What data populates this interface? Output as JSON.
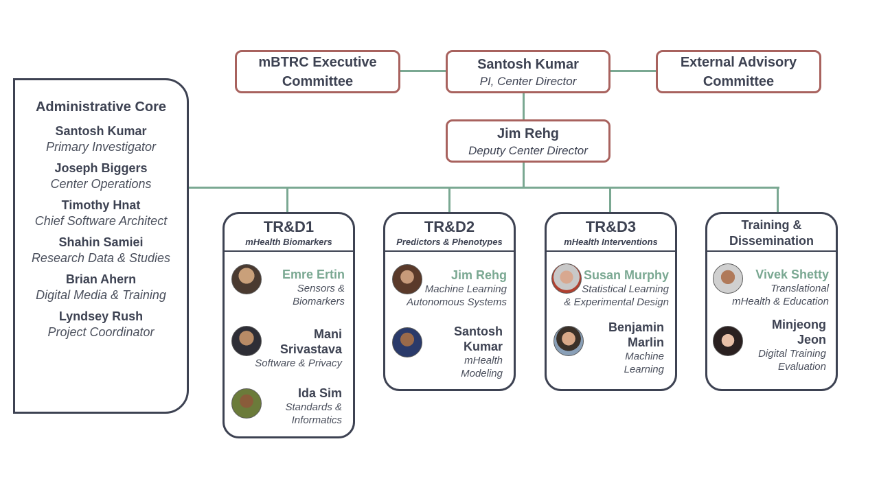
{
  "top": {
    "executive": {
      "title_line1": "mBTRC Executive",
      "title_line2": "Committee"
    },
    "director": {
      "name": "Santosh Kumar",
      "role": "PI, Center Director"
    },
    "advisory": {
      "title_line1": "External Advisory",
      "title_line2": "Committee"
    },
    "deputy": {
      "name": "Jim Rehg",
      "role": "Deputy Center Director"
    }
  },
  "admin": {
    "title": "Administrative  Core",
    "people": [
      {
        "name": "Santosh Kumar",
        "role": "Primary Investigator"
      },
      {
        "name": "Joseph Biggers",
        "role": "Center Operations"
      },
      {
        "name": "Timothy Hnat",
        "role": "Chief Software Architect"
      },
      {
        "name": "Shahin Samiei",
        "role": "Research Data & Studies"
      },
      {
        "name": "Brian Ahern",
        "role": "Digital Media &  Training"
      },
      {
        "name": "Lyndsey Rush",
        "role": "Project Coordinator"
      }
    ]
  },
  "cards": [
    {
      "title": "TR&D1",
      "subtitle": "mHealth Biomarkers",
      "members": [
        {
          "name_l1": "Emre Ertin",
          "name_l2": "",
          "role_l1": "Sensors &",
          "role_l2": "Biomarkers"
        },
        {
          "name_l1": "Mani",
          "name_l2": "Srivastava",
          "role_l1": "Software & Privacy",
          "role_l2": ""
        },
        {
          "name_l1": "Ida Sim",
          "name_l2": "",
          "role_l1": "Standards &",
          "role_l2": "Informatics"
        }
      ]
    },
    {
      "title": "TR&D2",
      "subtitle": "Predictors & Phenotypes",
      "members": [
        {
          "name_l1": "Jim Rehg",
          "name_l2": "",
          "role_l1": "Machine Learning",
          "role_l2": "Autonomous  Systems"
        },
        {
          "name_l1": "Santosh",
          "name_l2": "Kumar",
          "role_l1": "mHealth",
          "role_l2": "Modeling"
        }
      ]
    },
    {
      "title": "TR&D3",
      "subtitle": "mHealth Interventions",
      "members": [
        {
          "name_l1": "Susan Murphy",
          "name_l2": "",
          "role_l1": "Statistical Learning",
          "role_l2": "& Experimental Design"
        },
        {
          "name_l1": "Benjamin",
          "name_l2": "Marlin",
          "role_l1": "Machine",
          "role_l2": "Learning"
        }
      ]
    },
    {
      "title_l1": "Training &",
      "title_l2": "Dissemination",
      "members": [
        {
          "name_l1": "Vivek Shetty",
          "name_l2": "",
          "role_l1": "Translational",
          "role_l2": "mHealth & Education"
        },
        {
          "name_l1": "Minjeong",
          "name_l2": "Jeon",
          "role_l1": "Digital Training",
          "role_l2": "Evaluation"
        }
      ]
    }
  ],
  "colors": {
    "box_border": "#a8625e",
    "connector": "#7aa892",
    "dark": "#3d4252",
    "accent_name": "#7aa892"
  }
}
